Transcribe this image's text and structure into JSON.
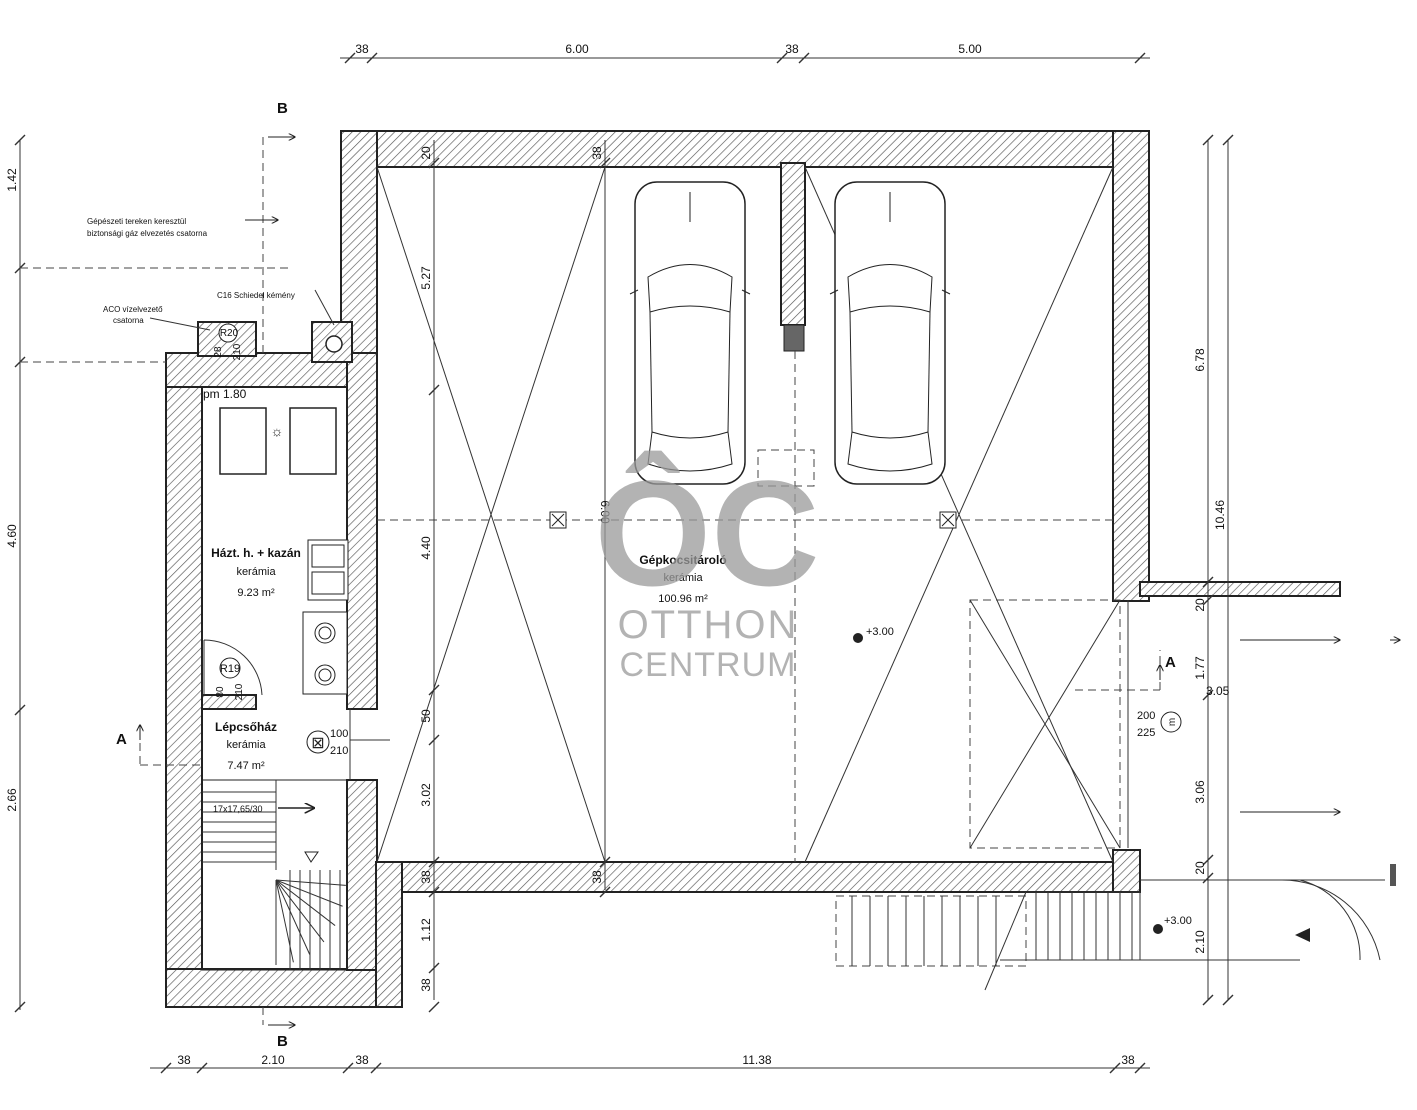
{
  "dimensions": {
    "top": [
      "38",
      "6.00",
      "38",
      "5.00"
    ],
    "bottom": [
      "38",
      "2.10",
      "38",
      "11.38",
      "38"
    ],
    "left": [
      "1.42",
      "4.60",
      "2.66"
    ],
    "right_outer": "10.46",
    "right_inner": [
      "6.78",
      "20",
      "1.77",
      "3.06",
      "20",
      "2.10"
    ],
    "right_level": "3.05",
    "interior_v1": [
      "20",
      "5.27",
      "4.40",
      "50",
      "3.02",
      "38",
      "1.12",
      "38"
    ],
    "interior_v2": [
      "38",
      "38"
    ],
    "center": "6.00"
  },
  "rooms": {
    "utility": {
      "name": "Házt. h. + kazán",
      "floor": "kerámia",
      "area": "9.23 m²",
      "pm": "pm 1.80"
    },
    "stair": {
      "name": "Lépcsőház",
      "floor": "kerámia",
      "area": "7.47 m²",
      "stair_spec": "17x17,65/30"
    },
    "garage": {
      "name": "Gépkocsitároló",
      "floor": "kerámia",
      "area": "100.96 m²",
      "level": "+3.00"
    }
  },
  "doors": {
    "R20": {
      "code": "R20",
      "w": "28",
      "h": "210"
    },
    "R19": {
      "code": "R19",
      "w": "80",
      "h": "210"
    },
    "fire": {
      "w": "100",
      "h": "210"
    },
    "garage": {
      "w": "200",
      "h": "225"
    }
  },
  "notes": {
    "gas": [
      "Gépészeti tereken keresztül",
      "biztonsági gáz elvezetés csatorna"
    ],
    "aco": [
      "ACO vízelvezető",
      "csatorna"
    ],
    "chimney": "C16 Schiedel kémény"
  },
  "sections": {
    "a": "A",
    "b": "B"
  },
  "outside_level": "+3.00",
  "watermark": {
    "mark": "ÔC",
    "line1": "OTTHON",
    "line2": "CENTRUM"
  }
}
